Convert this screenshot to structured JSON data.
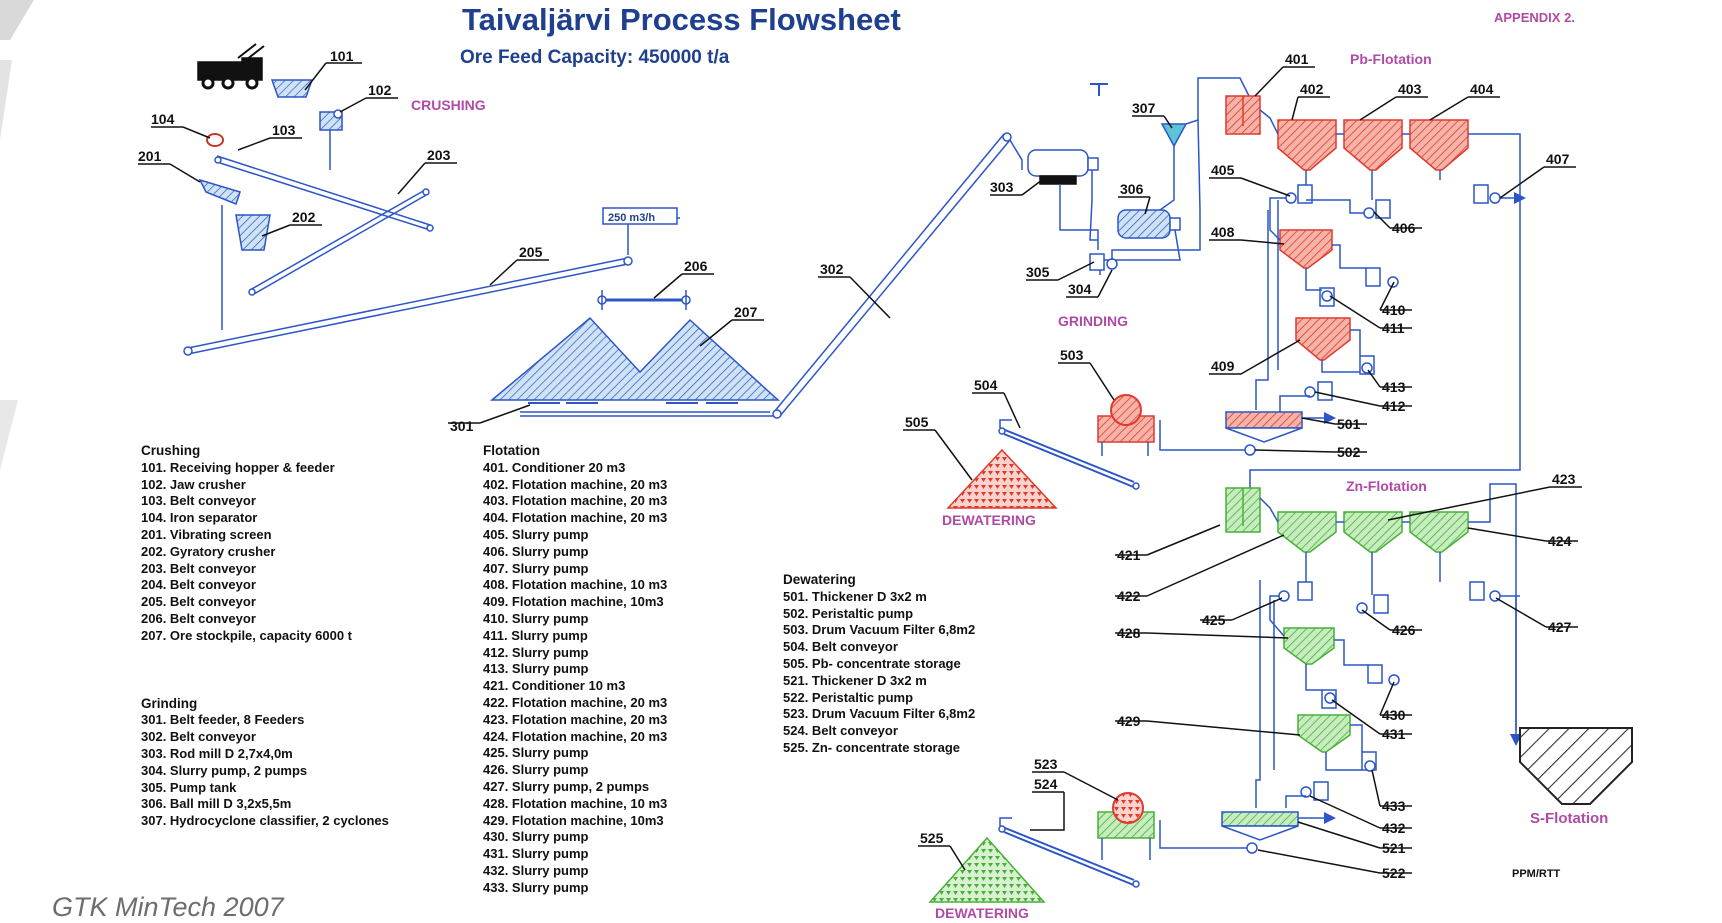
{
  "header": {
    "title": "Taivaljärvi Process Flowsheet",
    "subtitle": "Ore Feed Capacity: 450000 t/a",
    "appendix": "APPENDIX 2."
  },
  "section_labels": {
    "crushing": "CRUSHING",
    "grinding": "GRINDING",
    "pb_flotation": "Pb-Flotation",
    "zn_flotation": "Zn-Flotation",
    "dewatering_pb": "DEWATERING",
    "dewatering_zn": "DEWATERING",
    "s_flotation": "S-Flotation"
  },
  "flow_rate": "250 m3/h",
  "footer": {
    "credit": "GTK MinTech 2007",
    "initials": "PPM/RTT"
  },
  "colors": {
    "title": "#1f3f8f",
    "line": "#2c56c8",
    "pb": "#e8524a",
    "zn": "#5cbf4a",
    "section": "#b04aa6"
  },
  "legend": {
    "crushing": {
      "heading": "Crushing",
      "items": [
        "101.  Receiving hopper & feeder",
        "102.  Jaw crusher",
        "103.  Belt conveyor",
        "104.  Iron separator",
        "201.  Vibrating screen",
        "202.  Gyratory crusher",
        "203.  Belt conveyor",
        "204.  Belt conveyor",
        "205.  Belt conveyor",
        "206.  Belt conveyor",
        "207.  Ore stockpile, capacity 6000 t"
      ]
    },
    "grinding": {
      "heading": "Grinding",
      "items": [
        "301.  Belt feeder, 8 Feeders",
        "302.  Belt conveyor",
        "303.  Rod mill D 2,7x4,0m",
        "304.  Slurry pump, 2 pumps",
        "305.  Pump tank",
        "306.  Ball mill D 3,2x5,5m",
        "307.  Hydrocyclone classifier, 2 cyclones"
      ]
    },
    "flotation": {
      "heading": "Flotation",
      "items": [
        "401.  Conditioner 20 m3",
        "402.  Flotation machine, 20 m3",
        "403.  Flotation machine, 20 m3",
        "404.  Flotation machine, 20 m3",
        "405.  Slurry pump",
        "406.  Slurry pump",
        "407.  Slurry pump",
        "408.  Flotation machine, 10 m3",
        "409.  Flotation machine, 10m3",
        "410.  Slurry pump",
        "411.  Slurry pump",
        "412.  Slurry pump",
        "413.  Slurry pump",
        "421.  Conditioner 10 m3",
        "422.  Flotation machine, 20 m3",
        "423.  Flotation machine, 20 m3",
        "424.  Flotation machine, 20 m3",
        "425.  Slurry pump",
        "426.  Slurry pump",
        "427.  Slurry pump, 2 pumps",
        "428.  Flotation machine, 10 m3",
        "429.  Flotation machine, 10m3",
        "430.  Slurry pump",
        "431.  Slurry pump",
        "432.  Slurry pump",
        "433.  Slurry pump"
      ]
    },
    "dewatering": {
      "heading": "Dewatering",
      "items": [
        "501.  Thickener D 3x2 m",
        "502.  Peristaltic pump",
        "503.  Drum Vacuum Filter 6,8m2",
        "504.  Belt conveyor",
        "505.  Pb- concentrate storage",
        "521.  Thickener D 3x2 m",
        "522.  Peristaltic pump",
        "523.  Drum Vacuum Filter 6,8m2",
        "524.  Belt conveyor",
        "525.  Zn- concentrate storage"
      ]
    }
  },
  "tags": {
    "t101": "101",
    "t102": "102",
    "t103": "103",
    "t104": "104",
    "t201": "201",
    "t202": "202",
    "t203": "203",
    "t205": "205",
    "t206": "206",
    "t207": "207",
    "t301": "301",
    "t302": "302",
    "t303": "303",
    "t304": "304",
    "t305": "305",
    "t306": "306",
    "t307": "307",
    "t401": "401",
    "t402": "402",
    "t403": "403",
    "t404": "404",
    "t405": "405",
    "t406": "406",
    "t407": "407",
    "t408": "408",
    "t409": "409",
    "t410": "410",
    "t411": "411",
    "t412": "412",
    "t413": "413",
    "t421": "421",
    "t422": "422",
    "t423": "423",
    "t424": "424",
    "t425": "425",
    "t426": "426",
    "t427": "427",
    "t428": "428",
    "t429": "429",
    "t430": "430",
    "t431": "431",
    "t432": "432",
    "t433": "433",
    "t501": "501",
    "t502": "502",
    "t503": "503",
    "t504": "504",
    "t505": "505",
    "t521": "521",
    "t522": "522",
    "t523": "523",
    "t524": "524",
    "t525": "525"
  }
}
